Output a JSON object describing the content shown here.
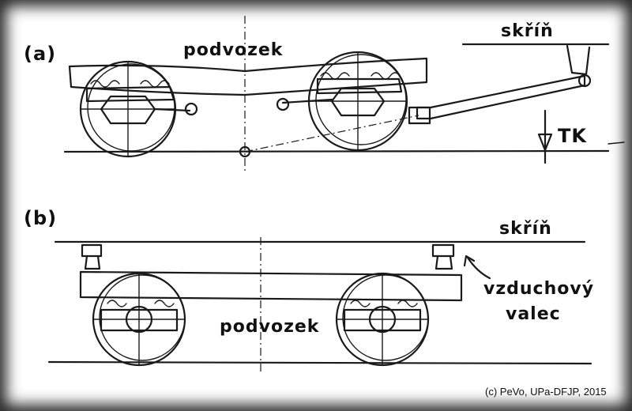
{
  "diagram": {
    "panel_a": {
      "label": "(a)",
      "bogie_label": "podvozek",
      "body_label": "skříň",
      "force_label": "TK"
    },
    "panel_b": {
      "label": "(b)",
      "bogie_label": "podvozek",
      "body_label": "skříň",
      "cylinder_label_line1": "vzduchový",
      "cylinder_label_line2": "valec"
    },
    "credit": "(c) PeVo, UPa-DFJP, 2015"
  }
}
